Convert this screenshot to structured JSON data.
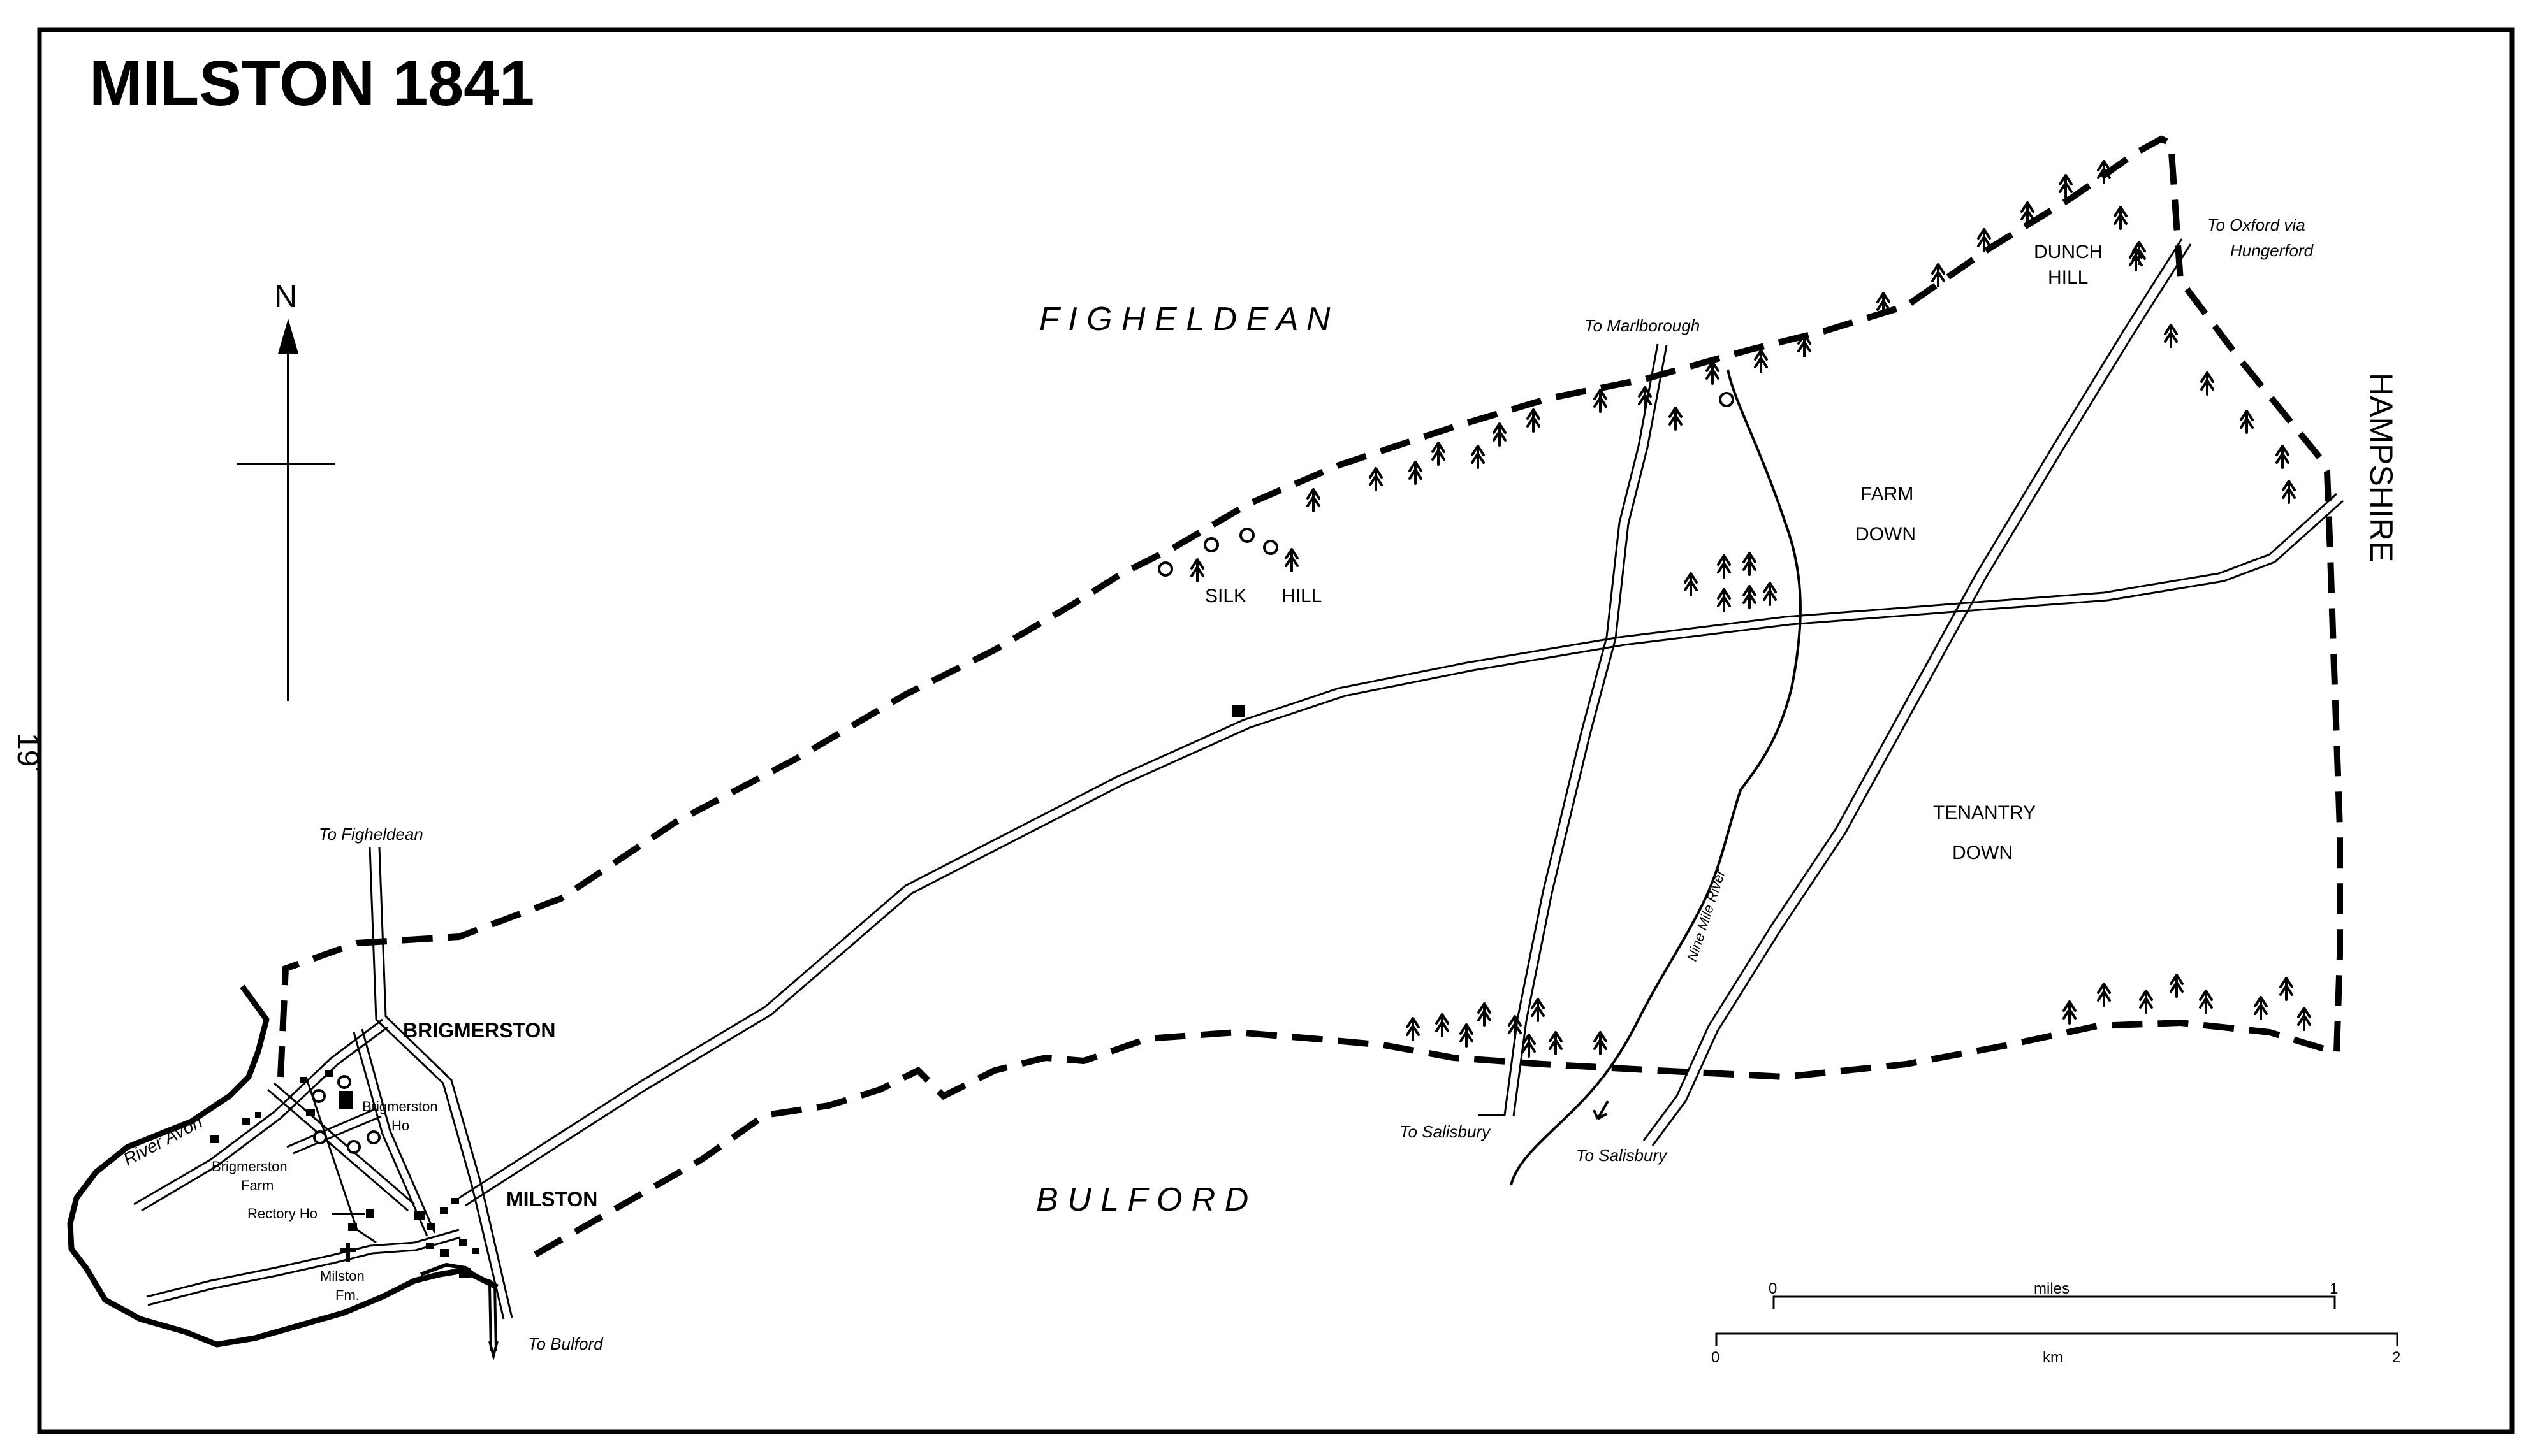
{
  "title": "MILSTON 1841",
  "north_label": "N",
  "margin_mark": "19´",
  "parishes": {
    "north": "F I G H E L D E A N",
    "south": "B U L F O R D",
    "east": "HAMPSHIRE"
  },
  "places": {
    "brigmerston": "BRIGMERSTON",
    "milston": "MILSTON",
    "silk": "SILK",
    "hill": "HILL",
    "dunch_1": "DUNCH",
    "dunch_2": "HILL",
    "farm_1": "FARM",
    "farm_2": "DOWN",
    "tenantry_1": "TENANTRY",
    "tenantry_2": "DOWN"
  },
  "features": {
    "brigmerston_ho_1": "Brigmerston",
    "brigmerston_ho_2": "Ho",
    "brigmerston_farm_1": "Brigmerston",
    "brigmerston_farm_2": "Farm",
    "rectory": "Rectory Ho",
    "milston_fm_1": "Milston",
    "milston_fm_2": "Fm.",
    "river_avon": "River Avon",
    "nine_mile": "Nine Mile River"
  },
  "roads": {
    "to_figheldean": "To Figheldean",
    "to_marlborough": "To Marlborough",
    "to_oxford_1": "To Oxford via",
    "to_oxford_2": "Hungerford",
    "to_salisbury_1": "To Salisbury",
    "to_salisbury_2": "To Salisbury",
    "to_bulford": "To Bulford"
  },
  "scale": {
    "miles_label": "miles",
    "miles_start": "0",
    "miles_end": "1",
    "km_label": "km",
    "km_start": "0",
    "km_end": "2"
  }
}
